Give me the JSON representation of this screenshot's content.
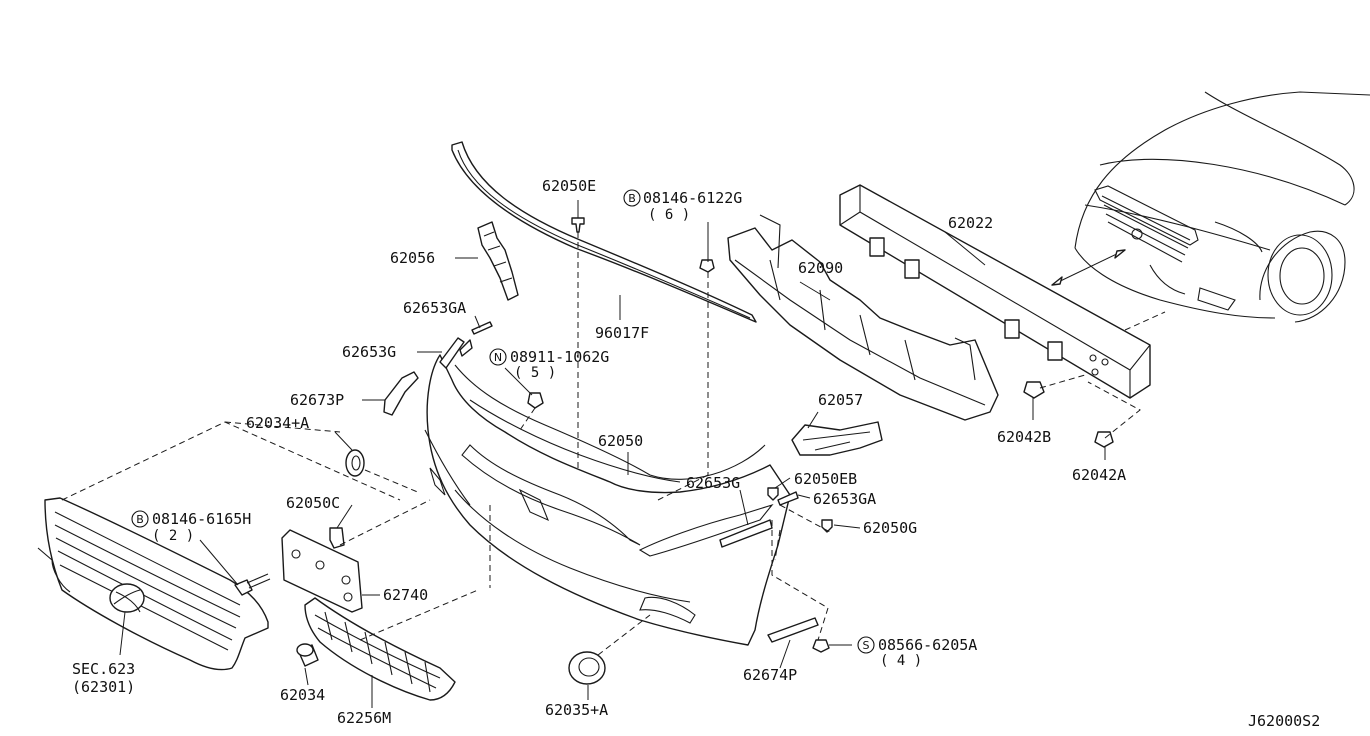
{
  "diagram": {
    "code": "J62000S2",
    "sec_ref": {
      "line1": "SEC.623",
      "line2": "(62301)"
    },
    "labels": {
      "p62050E": "62050E",
      "p08146_6122G": "08146-6122G",
      "p08146_6122G_qty": "( 6 )",
      "p62022": "62022",
      "p62056": "62056",
      "p62090": "62090",
      "p62653GA_top": "62653GA",
      "p96017F": "96017F",
      "p62653G_top": "62653G",
      "p08911_1062G": "08911-1062G",
      "p08911_1062G_qty": "( 5 )",
      "p62673P": "62673P",
      "p62034A": "62034+A",
      "p62057": "62057",
      "p62050": "62050",
      "p62042B": "62042B",
      "p62050EB": "62050EB",
      "p62042A": "62042A",
      "p62653G_right": "62653G",
      "p62653GA_right": "62653GA",
      "p62050C": "62050C",
      "p08146_6165H": "08146-6165H",
      "p08146_6165H_qty": "( 2 )",
      "p62050G": "62050G",
      "p62740": "62740",
      "p08566_6205A": "08566-6205A",
      "p08566_6205A_qty": "( 4 )",
      "p62674P": "62674P",
      "p62034": "62034",
      "p62256M": "62256M",
      "p62035A": "62035+A"
    },
    "prefixes": {
      "bolt": "B",
      "nut": "N",
      "screw": "S"
    }
  }
}
